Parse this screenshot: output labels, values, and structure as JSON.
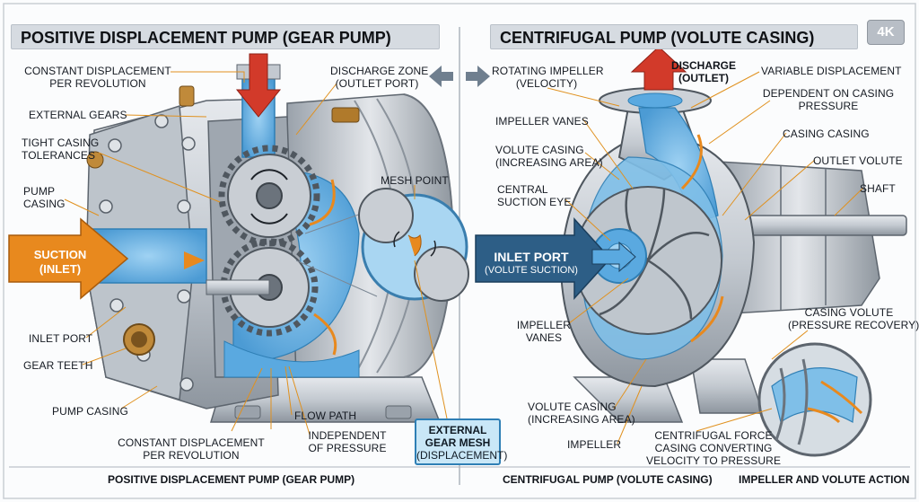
{
  "badge": "4K",
  "left_panel": {
    "header": "POSITIVE DISPLACEMENT PUMP (GEAR PUMP)",
    "caption": "POSITIVE DISPLACEMENT PUMP (GEAR PUMP)",
    "suction": [
      "SUCTION",
      "(INLET)"
    ],
    "mesh_point": "MESH POINT",
    "external_gear_mesh": [
      "EXTERNAL",
      "GEAR MESH",
      "(DISPLACEMENT)"
    ],
    "labels": {
      "constant_displacement_top": [
        "CONSTANT DISPLACEMENT",
        "PER REVOLUTION"
      ],
      "discharge_zone": [
        "DISCHARGE ZONE",
        "(OUTLET PORT)"
      ],
      "external_gears": "EXTERNAL GEARS",
      "tight_casing": [
        "TIGHT CASING",
        "TOLERANCES"
      ],
      "pump_casing_top": [
        "PUMP",
        "CASING"
      ],
      "inlet_port": "INLET PORT",
      "gear_teeth": "GEAR TEETH",
      "pump_casing_bottom": "PUMP CASING",
      "flow_path": "FLOW PATH",
      "independent": [
        "INDEPENDENT",
        "OF PRESSURE"
      ],
      "constant_displacement_bottom": [
        "CONSTANT DISPLACEMENT",
        "PER REVOLUTION"
      ]
    }
  },
  "right_panel": {
    "header": "CENTRIFUGAL PUMP (VOLUTE CASING)",
    "caption_main": "CENTRIFUGAL PUMP (VOLUTE CASING)",
    "caption_side": "IMPELLER AND VOLUTE ACTION",
    "discharge": [
      "DISCHARGE",
      "(OUTLET)"
    ],
    "inlet_port": [
      "INLET PORT",
      "(VOLUTE SUCTION)"
    ],
    "labels": {
      "rotating_impeller": [
        "ROTATING IMPELLER",
        "(VELOCITY)"
      ],
      "variable_displacement": "VARIABLE DISPLACEMENT",
      "dependent": [
        "DEPENDENT ON CASING",
        "PRESSURE"
      ],
      "impeller_vanes_top": "IMPELLER VANES",
      "volute_casing_top": [
        "VOLUTE CASING",
        "(INCREASING AREA)"
      ],
      "casing_casing": "CASING CASING",
      "central_suction": [
        "CENTRAL",
        "SUCTION EYE"
      ],
      "outlet_volute": "OUTLET VOLUTE",
      "shaft": "SHAFT",
      "impeller_vanes_bottom": [
        "IMPELLER",
        "VANES"
      ],
      "casing_volute": [
        "CASING VOLUTE",
        "(PRESSURE RECOVERY)"
      ],
      "volute_casing_bottom": [
        "VOLUTE CASING",
        "(INCREASING AREA)"
      ],
      "impeller": "IMPELLER",
      "centrifugal_force": [
        "CENTRIFUGAL FORCE",
        "CASING CONVERTING",
        "VELOCITY TO PRESSURE"
      ]
    }
  },
  "colors": {
    "fluid": "#5aa9e0",
    "fluid_dark": "#2f7fb5",
    "suction_arrow": "#e8891e",
    "discharge_arrow": "#d23a2a",
    "inlet_arrow": "#2d5e86",
    "metal": "#c5cbd2",
    "metal_dark": "#8b939c",
    "leader": "#e0911f"
  }
}
